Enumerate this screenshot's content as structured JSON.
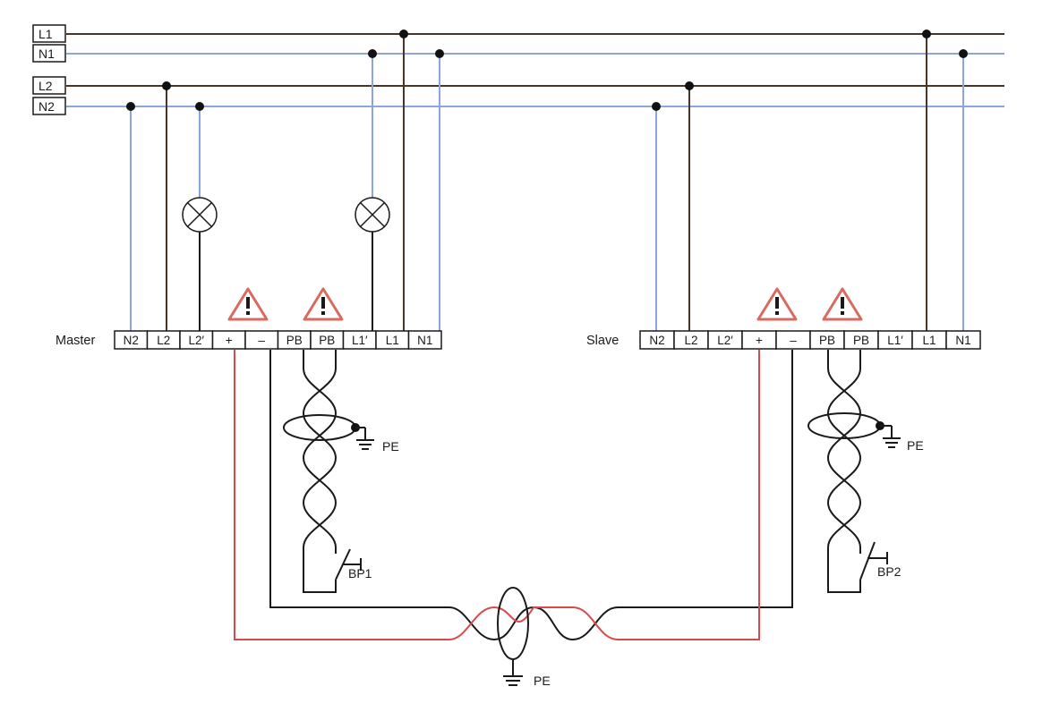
{
  "bus_labels": {
    "l1": "L1",
    "n1": "N1",
    "l2": "L2",
    "n2": "N2"
  },
  "master": {
    "name": "Master",
    "terminals": [
      "N2",
      "L2",
      "L2′",
      "+",
      "–",
      "PB",
      "PB",
      "L1′",
      "L1",
      "N1"
    ]
  },
  "slave": {
    "name": "Slave",
    "terminals": [
      "N2",
      "L2",
      "L2′",
      "+",
      "–",
      "PB",
      "PB",
      "L1′",
      "L1",
      "N1"
    ]
  },
  "pushbuttons": {
    "master": "BP1",
    "slave": "BP2"
  },
  "earth_labels": {
    "master_shield": "PE",
    "slave_shield": "PE",
    "bus_shield": "PE"
  },
  "icons": {
    "warning": "warning-triangle-icon",
    "lamp": "indicator-lamp-icon",
    "ground": "ground-symbol-icon",
    "pushbutton": "pushbutton-switch-icon"
  },
  "colors": {
    "line": "#4a3424",
    "neutral": "#8aa6dd",
    "bus_plus": "#d64a4a",
    "bus_minus": "#1a1a1a",
    "warning": "#d96a5f"
  }
}
